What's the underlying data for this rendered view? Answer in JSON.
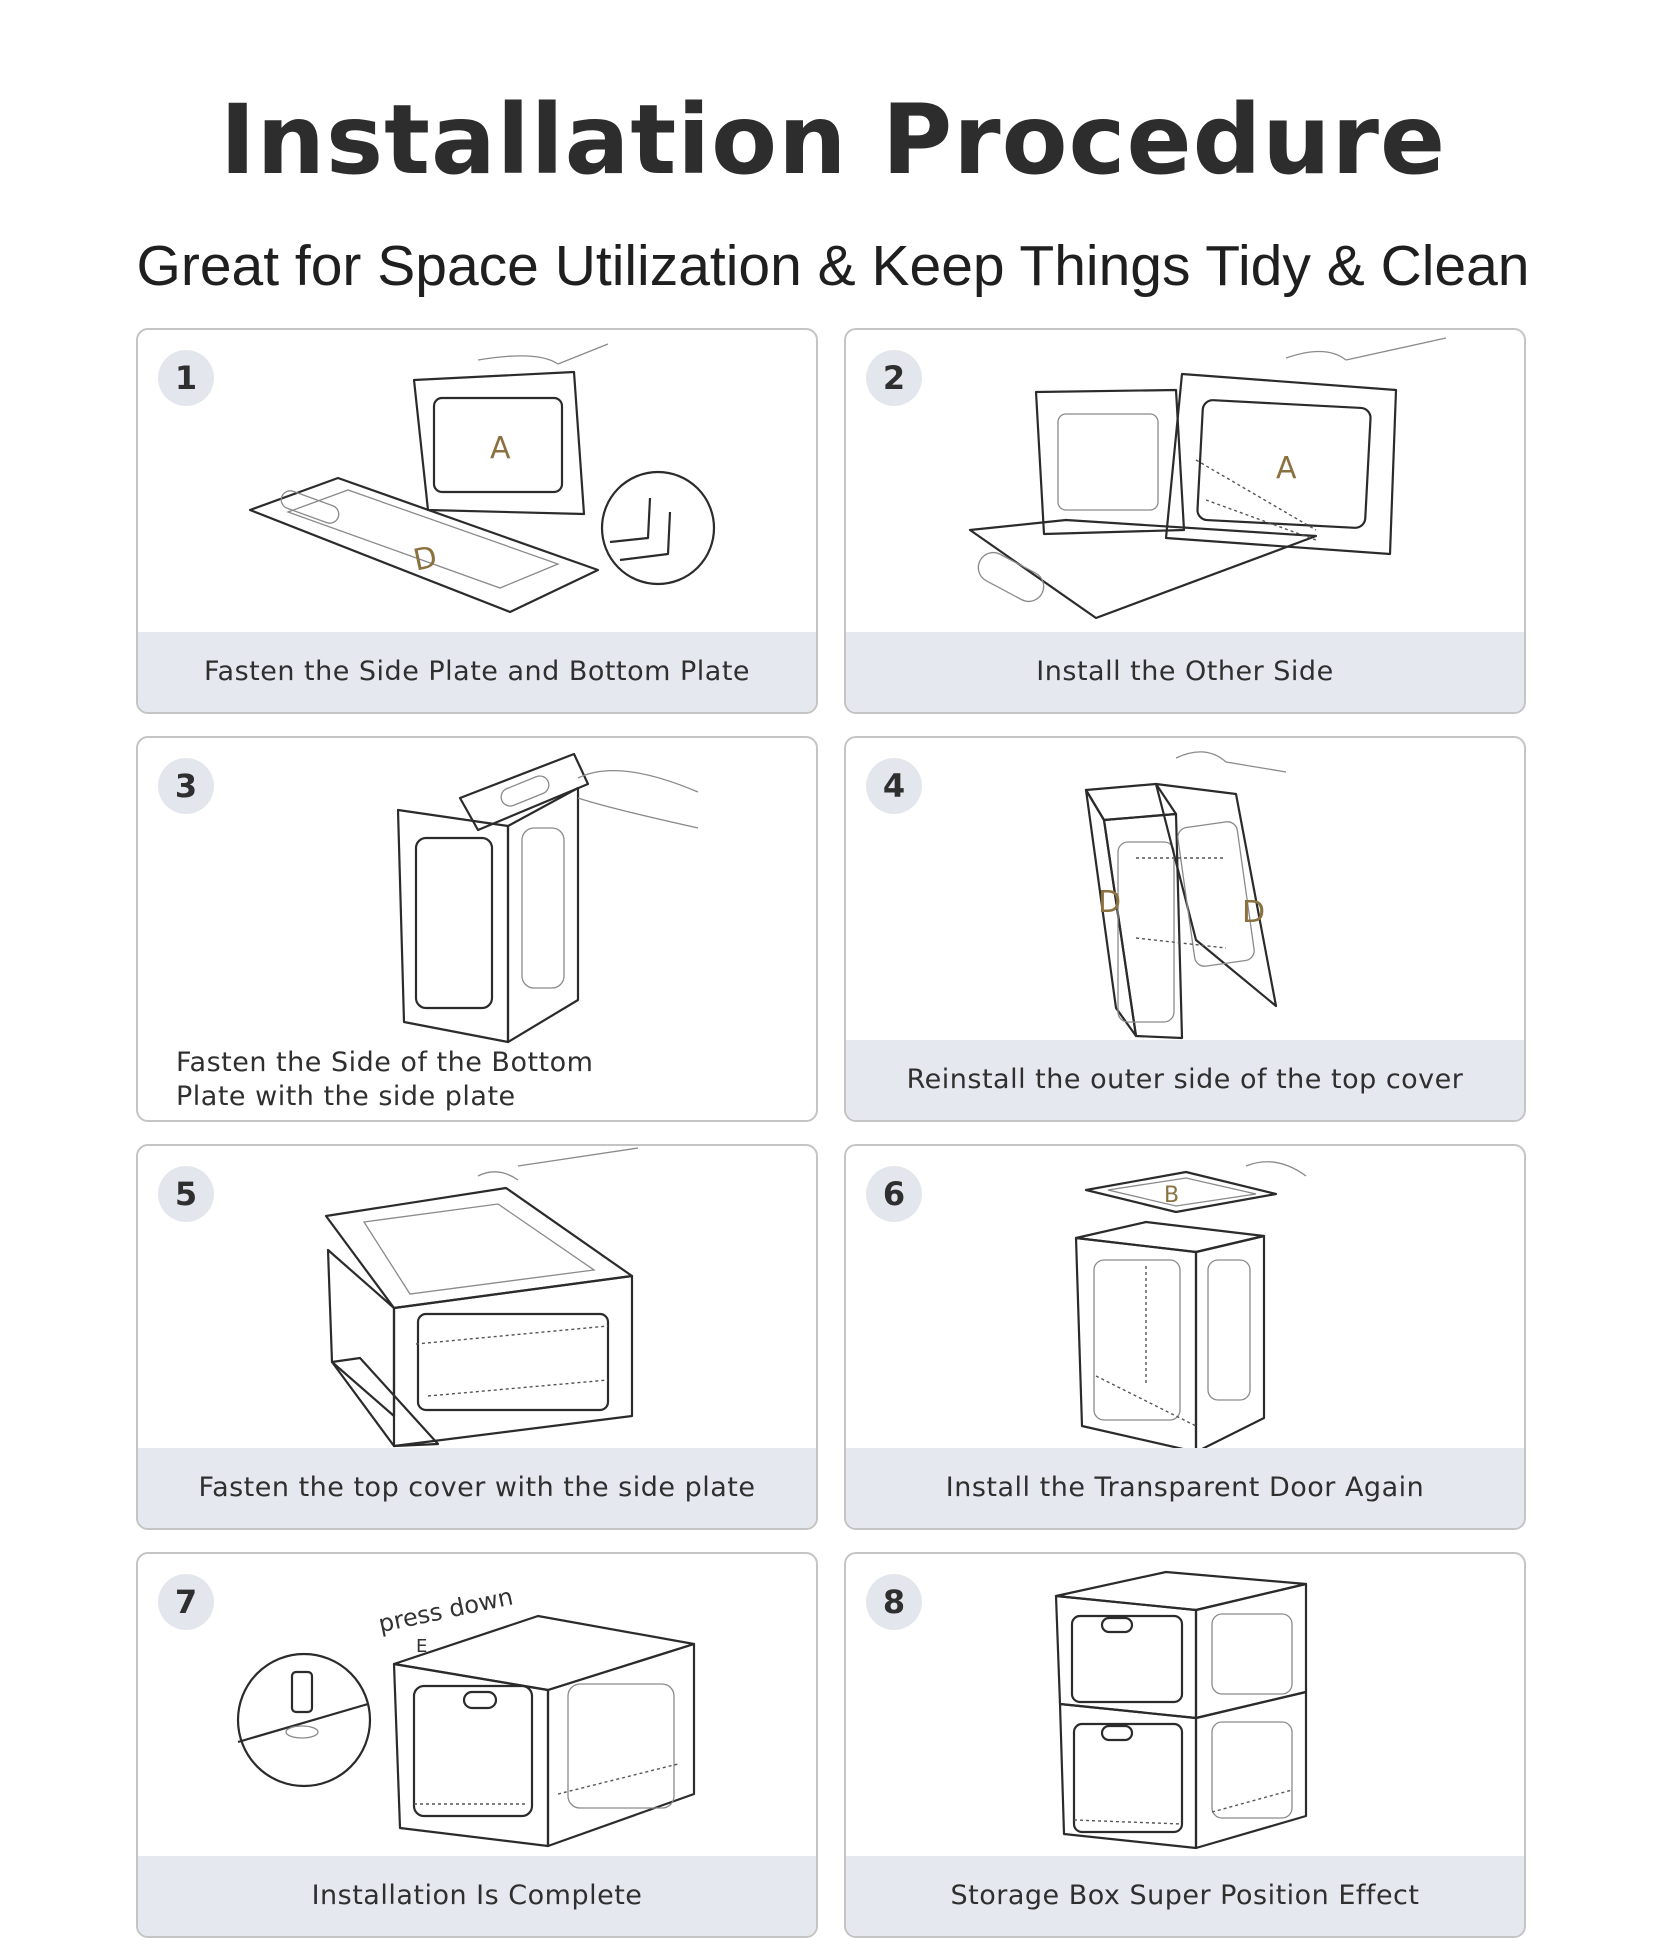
{
  "header": {
    "title": "Installation Procedure",
    "subtitle": "Great for Space Utilization & Keep Things Tidy & Clean"
  },
  "steps": [
    {
      "number": "1",
      "caption": "Fasten the Side Plate and Bottom Plate",
      "labels": [
        "A",
        "D"
      ]
    },
    {
      "number": "2",
      "caption": "Install the Other Side",
      "labels": [
        "A"
      ]
    },
    {
      "number": "3",
      "caption": "Fasten the Side of the Bottom Plate with the side plate"
    },
    {
      "number": "4",
      "caption": "Reinstall the outer side of the top cover",
      "labels": [
        "D",
        "D"
      ]
    },
    {
      "number": "5",
      "caption": "Fasten the top cover with the side plate"
    },
    {
      "number": "6",
      "caption": "Install the Transparent Door Again",
      "labels": [
        "B"
      ]
    },
    {
      "number": "7",
      "caption": "Installation Is Complete",
      "labels": [
        "press down",
        "E"
      ]
    },
    {
      "number": "8",
      "caption": "Storage Box Super Position Effect"
    }
  ]
}
